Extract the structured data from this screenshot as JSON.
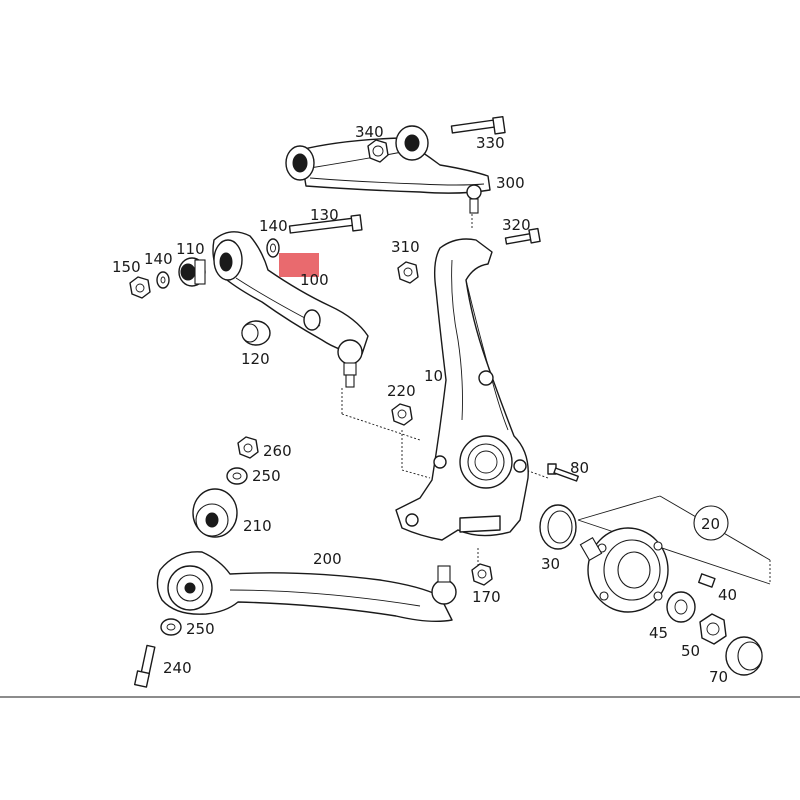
{
  "labels": {
    "p340": "340",
    "p330": "330",
    "p300": "300",
    "p140a": "140",
    "p130": "130",
    "p110": "110",
    "p140b": "140",
    "p150": "150",
    "p100": "100",
    "p310": "310",
    "p320": "320",
    "p120": "120",
    "p10": "10",
    "p220": "220",
    "p260": "260",
    "p250a": "250",
    "p210": "210",
    "p80": "80",
    "p20": "20",
    "p30": "30",
    "p200": "200",
    "p170": "170",
    "p40": "40",
    "p45": "45",
    "p50": "50",
    "p250b": "250",
    "p240": "240",
    "p70": "70"
  },
  "highlight_color": "#e96a6e"
}
